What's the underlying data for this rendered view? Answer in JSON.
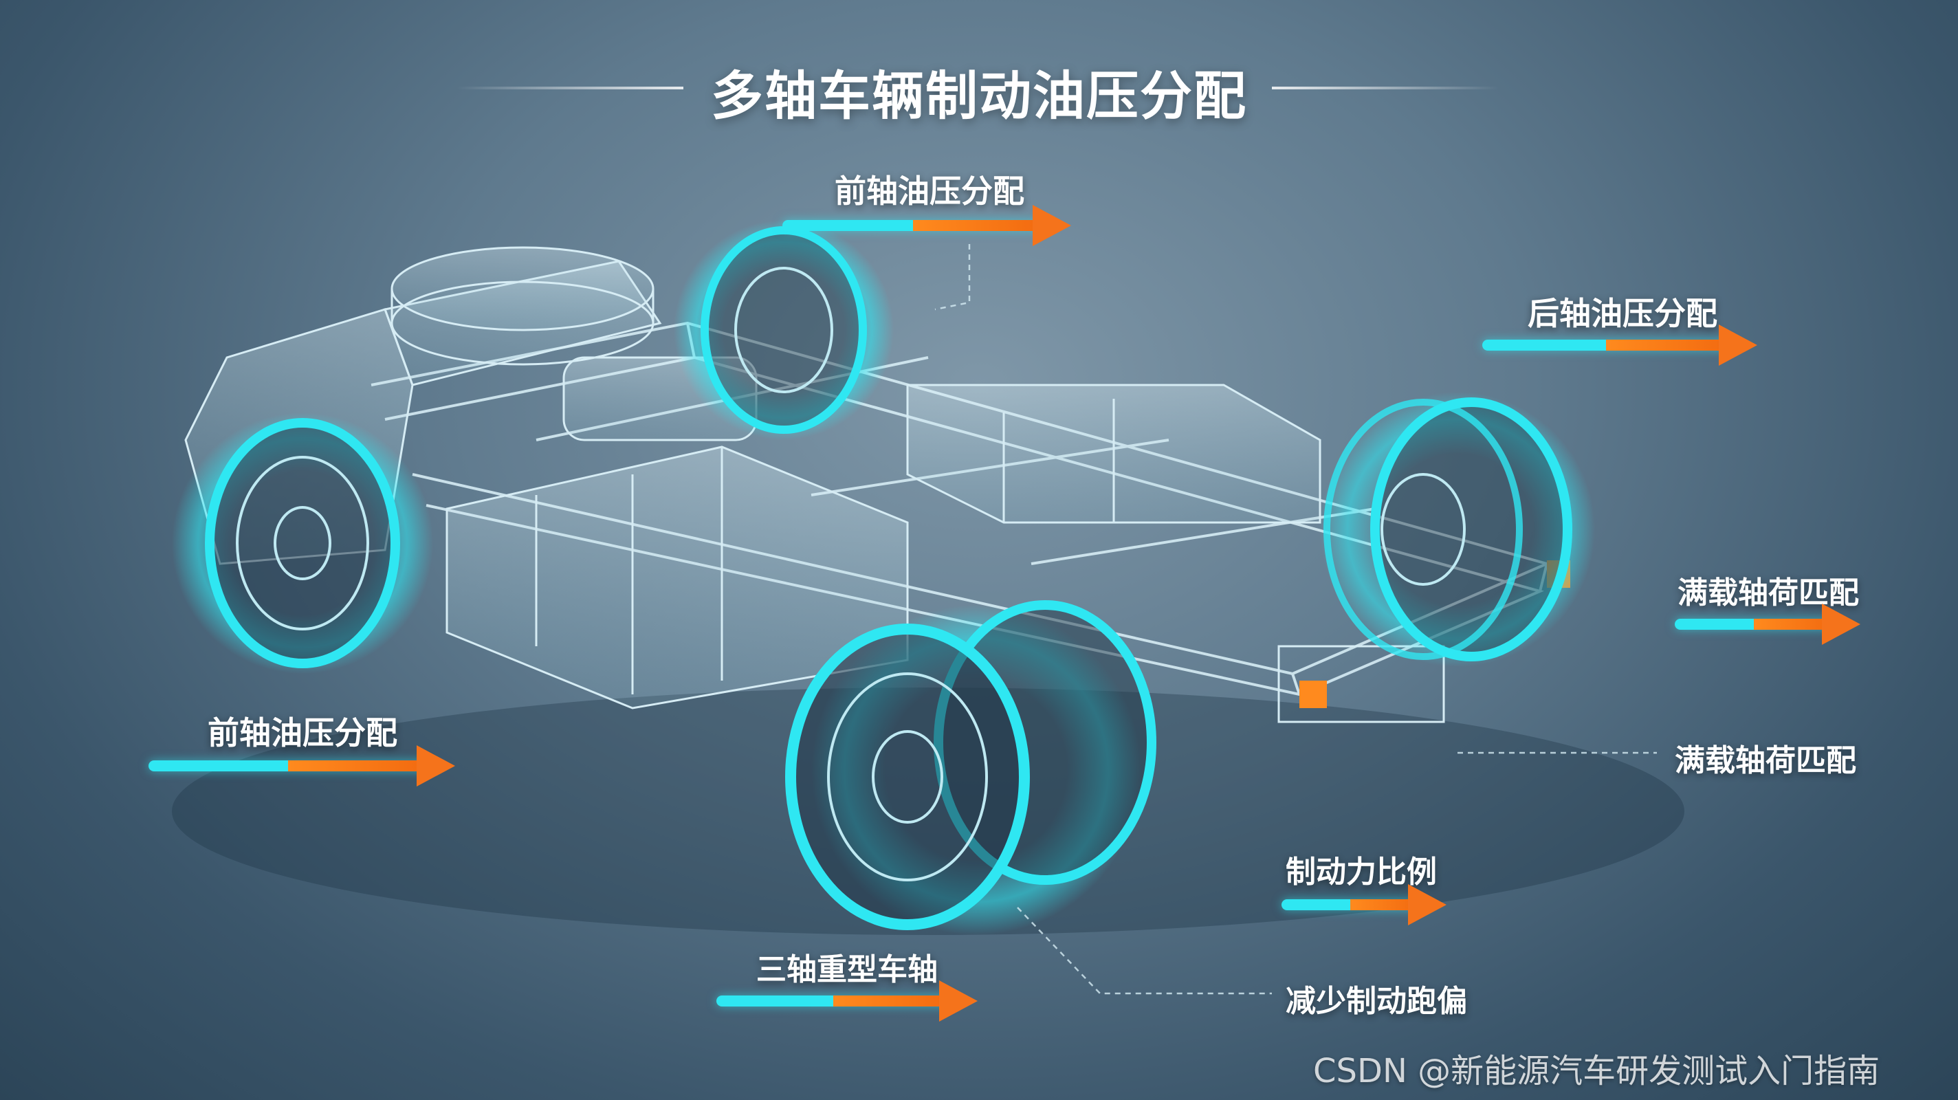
{
  "title": "多轴车辆制动油压分配",
  "labels": [
    {
      "id": "front-axle-top",
      "text": "前轴油压分配"
    },
    {
      "id": "rear-axle",
      "text": "后轴油压分配"
    },
    {
      "id": "full-load-1",
      "text": "满载轴荷匹配"
    },
    {
      "id": "full-load-2",
      "text": "满载轴荷匹配"
    },
    {
      "id": "front-axle-left",
      "text": "前轴油压分配"
    },
    {
      "id": "brake-ratio",
      "text": "制动力比例"
    },
    {
      "id": "tri-axle",
      "text": "三轴重型车轴"
    },
    {
      "id": "reduce-pull",
      "text": "减少制动跑偏"
    }
  ],
  "watermark": "CSDN @新能源汽车研发测试入门指南",
  "colors": {
    "accent_cyan": "#2fe7f2",
    "accent_orange": "#f5731b",
    "wireframe": "#cfe6f0"
  },
  "icons": [
    "arrow-right-icon",
    "truck-chassis-illustration"
  ]
}
